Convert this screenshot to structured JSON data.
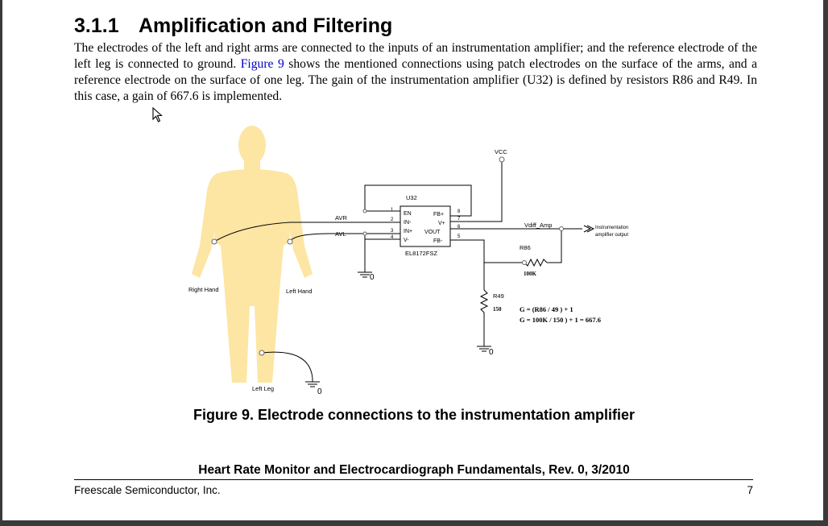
{
  "section": {
    "number": "3.1.1",
    "title": "Amplification and Filtering"
  },
  "paragraph": {
    "part1": "The electrodes of the left and right arms are connected to the inputs of an instrumentation amplifier; and the reference electrode of the left leg is connected to ground. ",
    "link": "Figure 9",
    "part2": " shows the mentioned connections using patch electrodes on the surface of the arms, and a reference electrode on the surface of one leg. The gain of the instrumentation amplifier (U32) is defined by resistors R86 and R49. In this case, a gain of 667.6 is implemented."
  },
  "figure": {
    "body_labels": {
      "right_hand": "Right Hand",
      "left_hand": "Left Hand",
      "left_leg": "Left Leg"
    },
    "ground_label": "0",
    "chip": {
      "ref": "U32",
      "part": "EL8172FSZ",
      "pins_left": [
        "EN",
        "IN-",
        "IN+",
        "V-"
      ],
      "pins_right": [
        "FB+",
        "V+",
        "VOUT",
        "FB-"
      ],
      "pin_numbers_left": [
        "1",
        "2",
        "3",
        "4"
      ],
      "pin_numbers_right": [
        "8",
        "7",
        "6",
        "5"
      ]
    },
    "net_avr": "AVR",
    "net_avl": "AVL",
    "vcc": "VCC",
    "vdiff": "Vdiff_Amp",
    "output_label_line1": "Instrumentation",
    "output_label_line2": "amplifier output",
    "r86": {
      "ref": "R86",
      "value": "100K"
    },
    "r49": {
      "ref": "R49",
      "value": "150"
    },
    "gain_formula_1": "G = (R86 / 49 ) + 1",
    "gain_formula_2": "G =   100K / 150 ) + 1 = 667.6"
  },
  "caption": "Figure 9. Electrode connections to the instrumentation amplifier",
  "footer": {
    "doc_title": "Heart Rate Monitor and Electrocardiograph Fundamentals, Rev. 0, 3/2010",
    "company": "Freescale Semiconductor, Inc.",
    "page_number": "7"
  },
  "colors": {
    "body_silhouette": "#fde5a3",
    "link": "#0000cc"
  }
}
